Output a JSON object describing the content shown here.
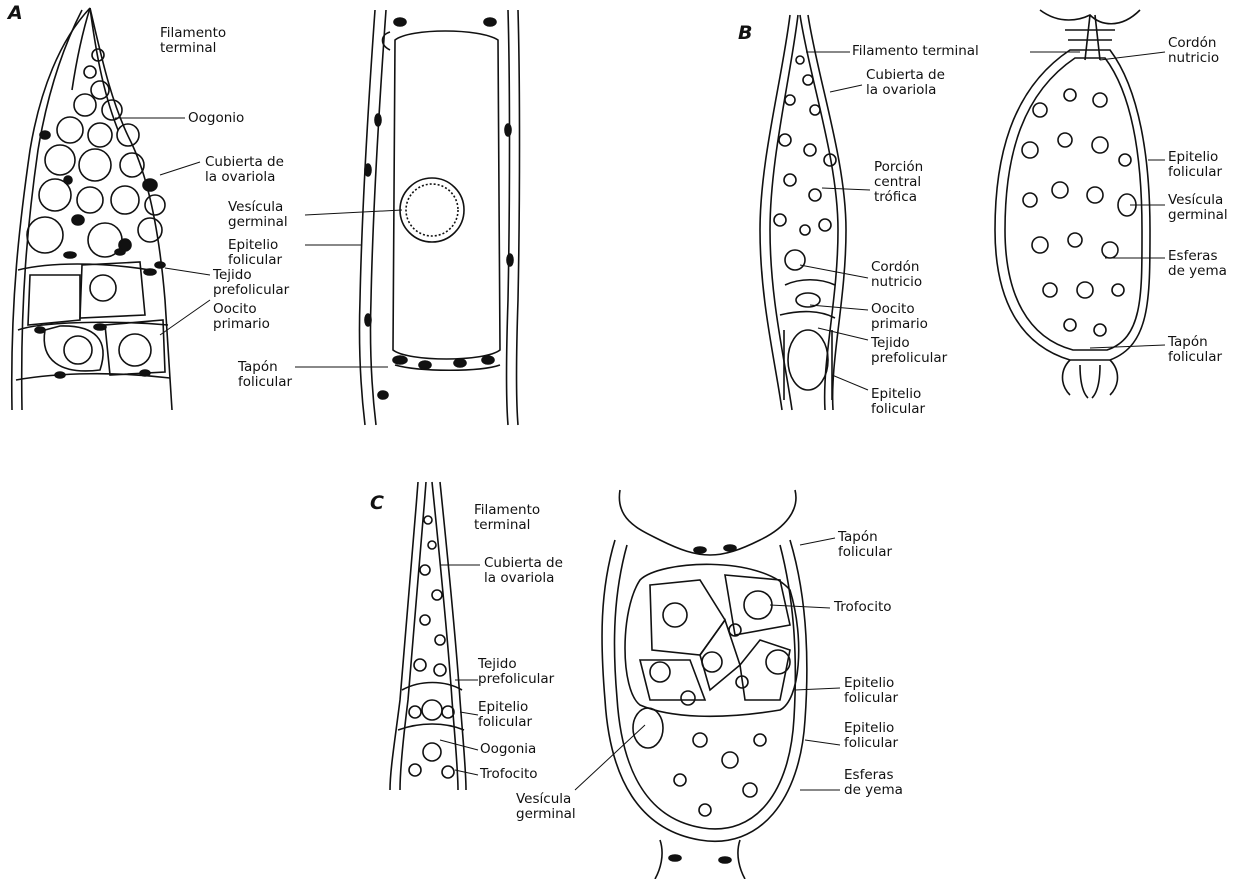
{
  "panels": {
    "a": "A",
    "b": "B",
    "c": "C"
  },
  "labels": {
    "a_filamento": "Filamento\nterminal",
    "a_oogonio": "Oogonio",
    "a_cubierta": "Cubierta de\nla ovariola",
    "a_vesicula": "Vesícula\ngerminal",
    "a_epitelio": "Epitelio\nfolicular",
    "a_tejido": "Tejido\nprefolicular",
    "a_oocito": "Oocito\nprimario",
    "a_tapon": "Tapón\nfolicular",
    "b_filamento": "Filamento terminal",
    "b_cubierta": "Cubierta de\nla ovariola",
    "b_porcion": "Porción\ncentral\ntrófica",
    "b_cordon1": "Cordón\nnutricio",
    "b_oocito": "Oocito\nprimario",
    "b_tejido": "Tejido\nprefolicular",
    "b_epitelio1": "Epitelio\nfolicular",
    "b_cordon2": "Cordón\nnutricio",
    "b_epitelio2": "Epitelio\nfolicular",
    "b_vesicula": "Vesícula\ngerminal",
    "b_esferas": "Esferas\nde yema",
    "b_tapon": "Tapón\nfolicular",
    "c_filamento": "Filamento\nterminal",
    "c_cubierta": "Cubierta de\nla ovariola",
    "c_tejido": "Tejido\nprefolicular",
    "c_epitelio1": "Epitelio\nfolicular",
    "c_oogonia": "Oogonia",
    "c_trofocito1": "Trofocito",
    "c_vesicula": "Vesícula\ngerminal",
    "c_tapon": "Tapón\nfolicular",
    "c_trofocito2": "Trofocito",
    "c_epitelio2": "Epitelio\nfolicular",
    "c_epitelio3": "Epitelio\nfolicular",
    "c_esferas": "Esferas\nde yema"
  }
}
